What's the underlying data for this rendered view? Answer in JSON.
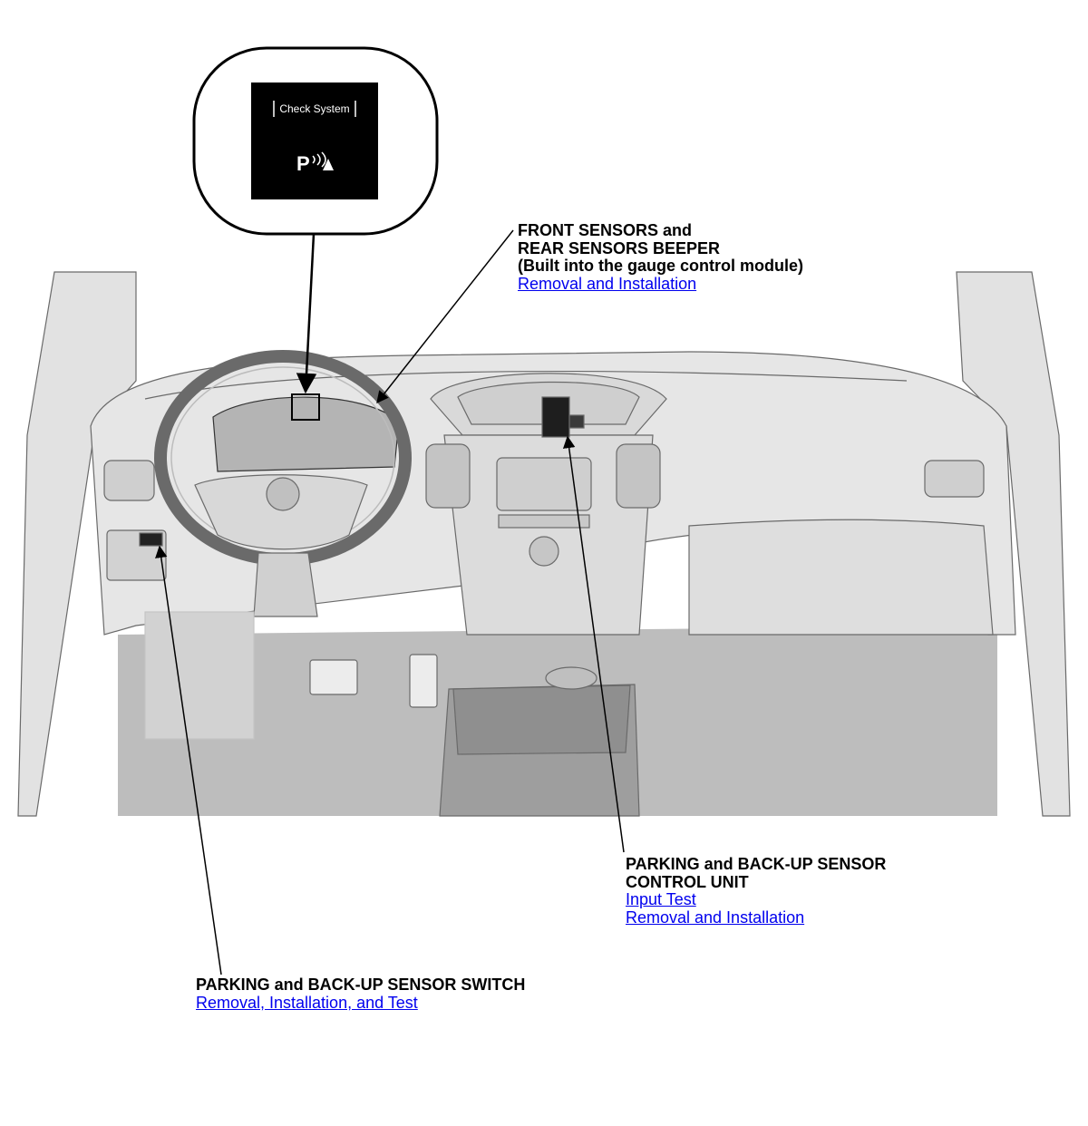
{
  "display_inset": {
    "message": "Check System",
    "parking_symbol": "P"
  },
  "callouts": {
    "front_sensors": {
      "title_lines": [
        "FRONT SENSORS and",
        "REAR SENSORS BEEPER",
        "(Built into the gauge control module)"
      ],
      "links": [
        "Removal and Installation"
      ]
    },
    "control_unit": {
      "title_lines": [
        "PARKING and BACK-UP SENSOR",
        "CONTROL UNIT"
      ],
      "links": [
        "Input Test",
        "Removal and Installation"
      ]
    },
    "sensor_switch": {
      "title_lines": [
        "PARKING and BACK-UP SENSOR SWITCH"
      ],
      "links": [
        "Removal, Installation, and Test"
      ]
    }
  },
  "colors": {
    "link": "#0000ee",
    "line_art": "#444444",
    "dashboard_fill": "#e6e6e6",
    "floor_fill": "#bdbdbd",
    "display_background": "#000000"
  }
}
